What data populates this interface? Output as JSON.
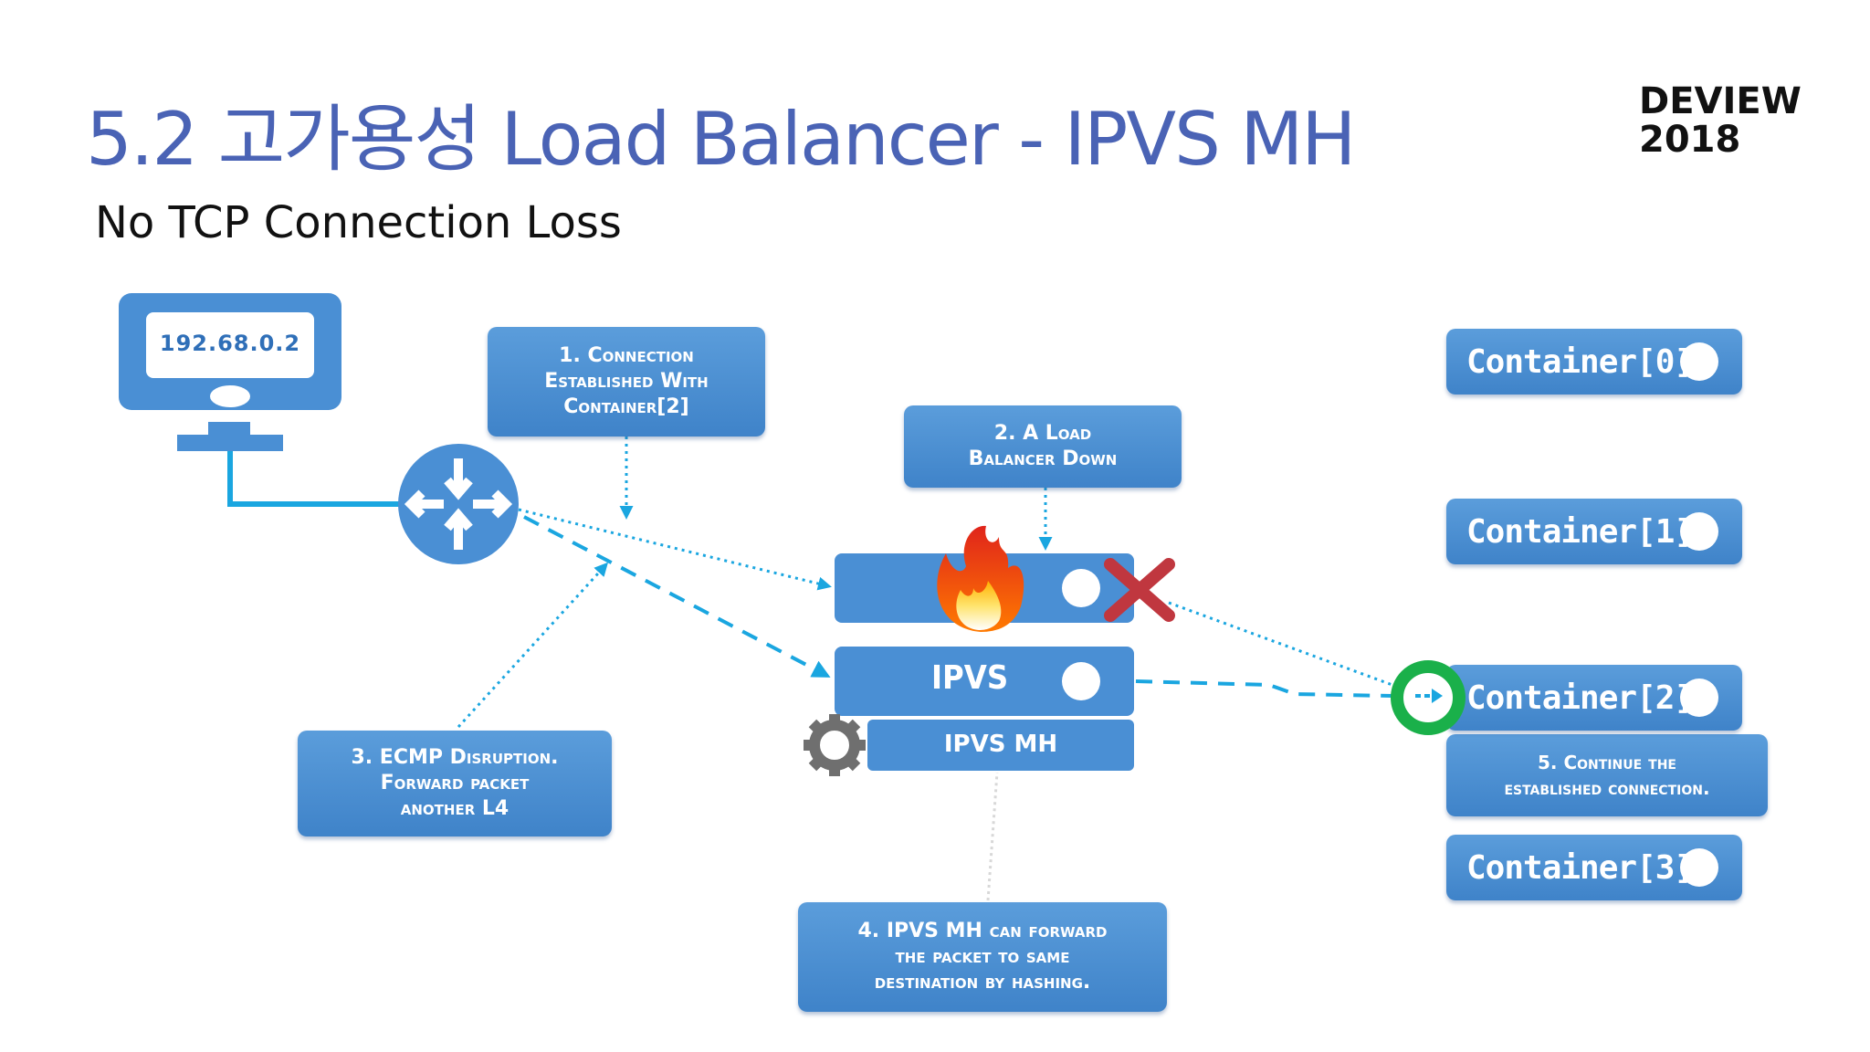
{
  "slide": {
    "title": "5.2 고가용성 Load Balancer - IPVS MH",
    "subtitle": "No TCP Connection Loss",
    "logo_line1": "DEVIEW",
    "logo_line2": "2018"
  },
  "diagram": {
    "client_ip": "192.68.0.2",
    "lb_main": "IPVS",
    "lb_mh": "IPVS MH",
    "containers": [
      "Container[0]",
      "Container[1]",
      "Container[2]",
      "Container[3]"
    ],
    "steps": {
      "step1": [
        "1. Connection",
        "Established With",
        "Container[2]"
      ],
      "step2": [
        "2. A Load",
        "Balancer Down"
      ],
      "step3": [
        "3. ECMP Disruption.",
        "Forward packet",
        "another L4"
      ],
      "step4": [
        "4. IPVS MH can forward",
        "the packet to same",
        "destination by hashing."
      ],
      "step5": [
        "5. Continue the",
        "established connection."
      ]
    },
    "icons": [
      "monitor-icon",
      "router-icon",
      "fire-icon",
      "x-mark-icon",
      "gear-icon",
      "checkmark-circle-icon"
    ],
    "colors": {
      "title": "#4a63b5",
      "box": "#4a8fd4",
      "line": "#1aa6e0",
      "x_mark": "#c0373f",
      "check_ring": "#1ab04a"
    }
  }
}
